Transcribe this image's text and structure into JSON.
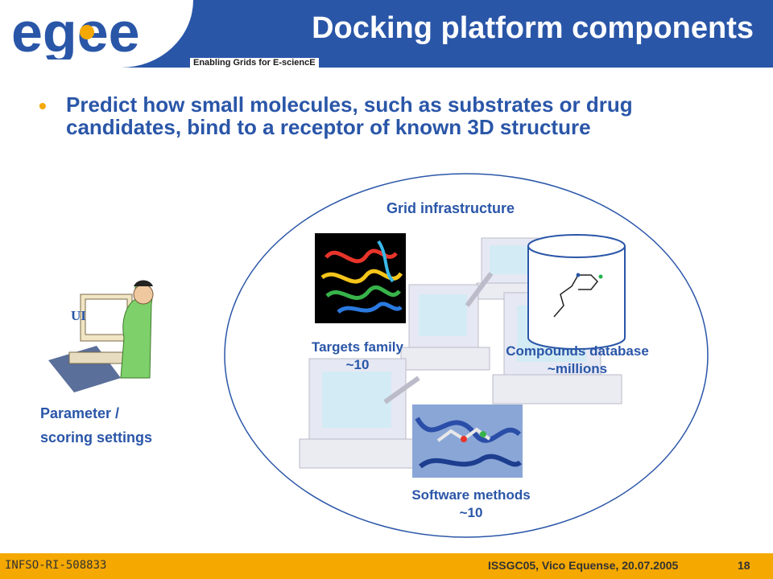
{
  "header": {
    "logo_text": "egee",
    "tagline": "Enabling Grids for E-sciencE",
    "title": "Docking platform components"
  },
  "bullet": {
    "text": "Predict how small molecules, such as substrates or drug candidates, bind to a receptor of known 3D structure"
  },
  "diagram": {
    "grid_label": "Grid infrastructure",
    "ui_label": "UI",
    "parameter_label_line1": "Parameter  /",
    "parameter_label_line2": "scoring settings",
    "targets_label_line1": "Targets family",
    "targets_label_line2": "~10",
    "compounds_label_line1": "Compounds database",
    "compounds_label_line2": "~millions",
    "software_label_line1": "Software methods",
    "software_label_line2": "~10"
  },
  "footer": {
    "left": "INFSO-RI-508833",
    "center": "ISSGC05, Vico Equense, 20.07.2005",
    "page": "18"
  },
  "colors": {
    "brand_blue": "#2a56a8",
    "accent_orange": "#f5a800",
    "footer_bg": "#f5a800"
  }
}
